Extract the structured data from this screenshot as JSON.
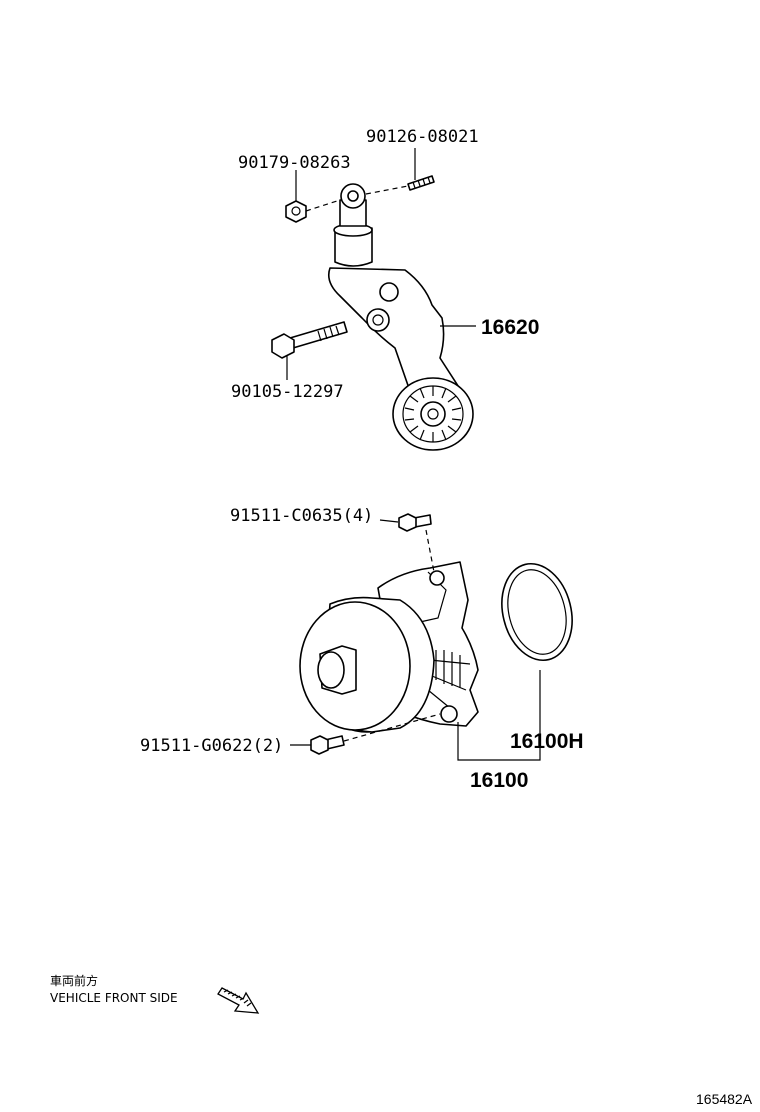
{
  "labels": {
    "p90126": "90126-08021",
    "p90179": "90179-08263",
    "p16620": "16620",
    "p90105": "90105-12297",
    "p91511a": "91511-C0635(4)",
    "p91511b": "91511-G0622(2)",
    "p16100H": "16100H",
    "p16100": "16100"
  },
  "direction": {
    "jp": "車両前方",
    "en": "VEHICLE FRONT SIDE"
  },
  "figure_id": "165482A",
  "icons": {
    "arrow": "direction-arrow-icon"
  }
}
